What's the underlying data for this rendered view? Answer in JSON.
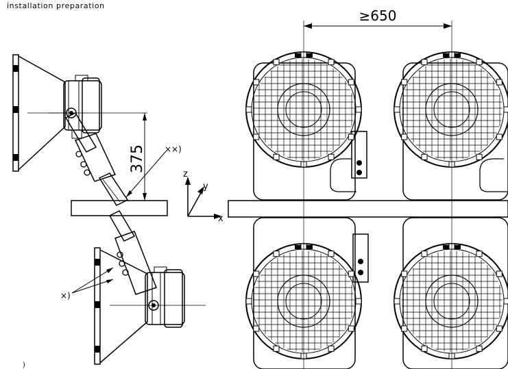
{
  "header": {
    "title": "installation preparation"
  },
  "dimensions": {
    "spacing": "≥650",
    "height": "375",
    "note_double": "××)",
    "note_single": "×)"
  },
  "axes": {
    "z": "z",
    "y": "y",
    "x": "x"
  },
  "footnote": ")"
}
